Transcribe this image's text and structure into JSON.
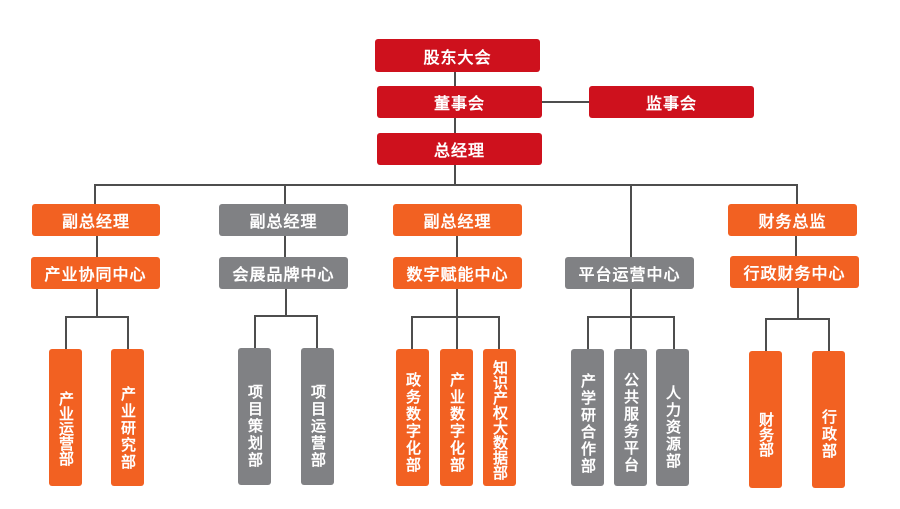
{
  "colors": {
    "red": "#CE111D",
    "orange": "#F26122",
    "gray": "#808184",
    "line": "#4d4d4d"
  },
  "top": {
    "shareholders": "股东大会",
    "board": "董事会",
    "supervisors": "监事会",
    "gm": "总经理"
  },
  "branches": [
    {
      "head": "副总经理",
      "center": "产业协同中心",
      "color": "orange",
      "departments": [
        "产业运营部",
        "产业研究部"
      ]
    },
    {
      "head": "副总经理",
      "center": "会展品牌中心",
      "color": "gray",
      "departments": [
        "项目策划部",
        "项目运营部"
      ]
    },
    {
      "head": "副总经理",
      "center": "数字赋能中心",
      "color": "orange",
      "departments": [
        "政务数字化部",
        "产业数字化部",
        "知识产权大数据部"
      ]
    },
    {
      "head": "",
      "center": "平台运营中心",
      "color": "gray",
      "departments": [
        "产学研合作部",
        "公共服务平台",
        "人力资源部"
      ]
    },
    {
      "head": "财务总监",
      "center": "行政财务中心",
      "color": "orange",
      "departments": [
        "财务部",
        "行政部"
      ]
    }
  ]
}
